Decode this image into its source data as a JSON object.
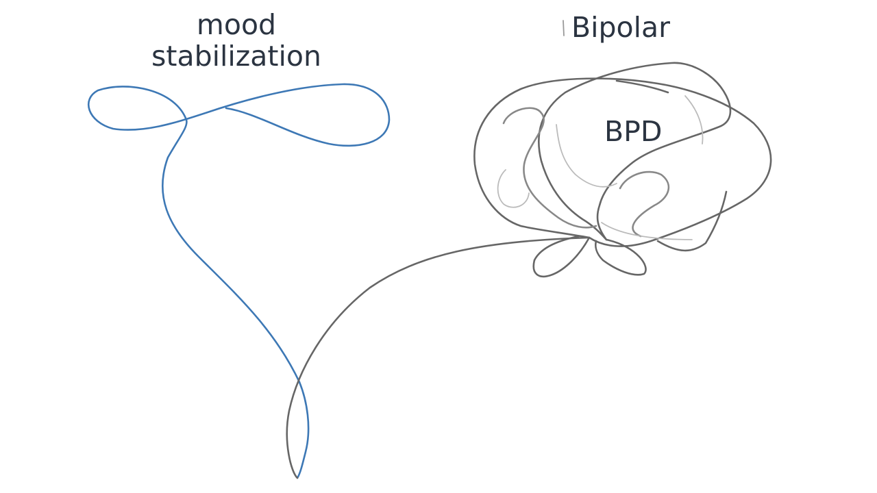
{
  "labels": {
    "mood_line1": "mood",
    "mood_line2": "stabilization",
    "bipolar": "Bipolar",
    "bpd": "BPD"
  },
  "colors": {
    "background": "#ffffff",
    "text": "#2b3441",
    "blue_stroke": "#3d78b5",
    "dark_stroke": "#666666",
    "mid_stroke": "#888888",
    "light_stroke": "#bbbbbb"
  }
}
